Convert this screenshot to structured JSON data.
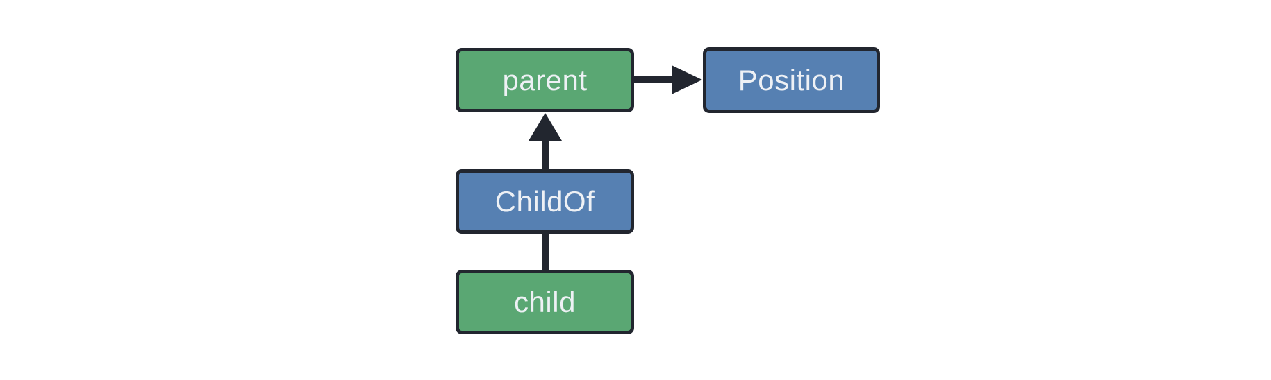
{
  "diagram": {
    "nodes": [
      {
        "id": "parent",
        "label": "parent",
        "fill": "#5AA773",
        "role": "entity"
      },
      {
        "id": "position",
        "label": "Position",
        "fill": "#5680B2",
        "role": "component"
      },
      {
        "id": "childof",
        "label": "ChildOf",
        "fill": "#5680B2",
        "role": "relationship"
      },
      {
        "id": "child",
        "label": "child",
        "fill": "#5AA773",
        "role": "entity"
      }
    ],
    "edges": [
      {
        "from": "parent",
        "to": "position",
        "type": "arrow",
        "direction": "right"
      },
      {
        "from": "childof",
        "to": "parent",
        "type": "arrow",
        "direction": "up"
      },
      {
        "from": "child",
        "to": "childof",
        "type": "line",
        "direction": "up"
      }
    ],
    "colors": {
      "entity_fill": "#5AA773",
      "component_fill": "#5680B2",
      "stroke": "#22262F",
      "text": "#EEF1F5",
      "background": "#FFFFFF"
    }
  }
}
